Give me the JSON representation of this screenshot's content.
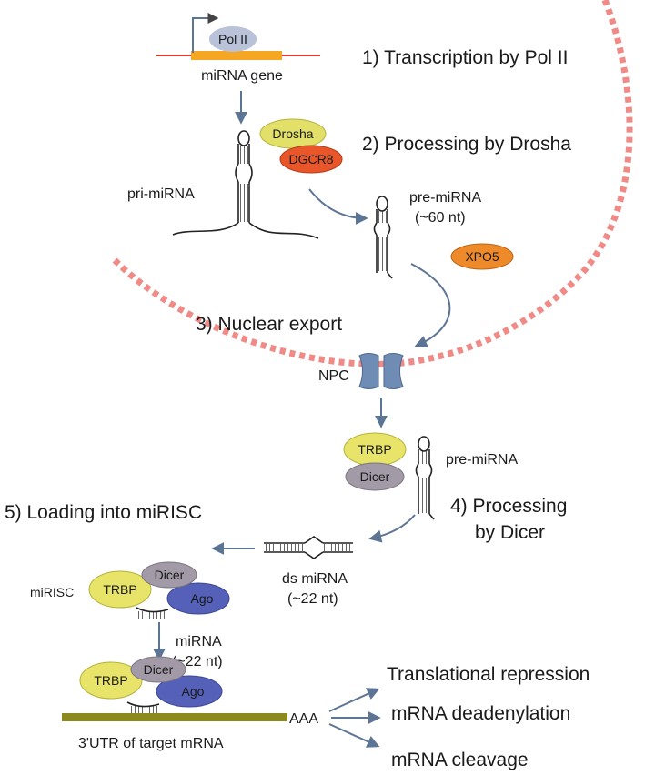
{
  "colors": {
    "nuclear_envelope": "#f08a86",
    "arrow": "#5d7595",
    "pol_ii": "#b9c2d8",
    "gene_bar": "#f5a623",
    "dna_line": "#e23b2e",
    "drosha": "#e3e06a",
    "dgcr8": "#e8562a",
    "xpo5": "#ef8a2a",
    "npc": "#6f8db4",
    "trbp": "#e8e46a",
    "dicer": "#a39aa8",
    "ago": "#5560b8",
    "target_mrna": "#8c8a1e"
  },
  "steps": {
    "transcription": "1) Transcription by Pol II",
    "drosha_processing": "2) Processing by Drosha",
    "nuclear_export": "3) Nuclear export",
    "dicer_processing_line1": "4) Processing",
    "dicer_processing_line2": "by Dicer",
    "loading": "5) Loading into miRISC"
  },
  "molecules": {
    "pol_ii": "Pol II",
    "mirna_gene": "miRNA gene",
    "drosha": "Drosha",
    "dgcr8": "DGCR8",
    "pri_mirna": "pri-miRNA",
    "pre_mirna_nuclear_line1": "pre-miRNA",
    "pre_mirna_nuclear_line2": "(~60 nt)",
    "xpo5": "XPO5",
    "npc": "NPC",
    "trbp": "TRBP",
    "dicer": "Dicer",
    "pre_mirna_cyto": "pre-miRNA",
    "ds_mirna_line1": "ds miRNA",
    "ds_mirna_line2": "(~22 nt)",
    "mirisc": "miRISC",
    "ago": "Ago",
    "mirna_line1": "miRNA",
    "mirna_line2": "(~22 nt)",
    "target_mrna": "3'UTR of target mRNA",
    "poly_a": "AAA"
  },
  "outcomes": [
    "Translational repression",
    "mRNA deadenylation",
    "mRNA cleavage"
  ]
}
